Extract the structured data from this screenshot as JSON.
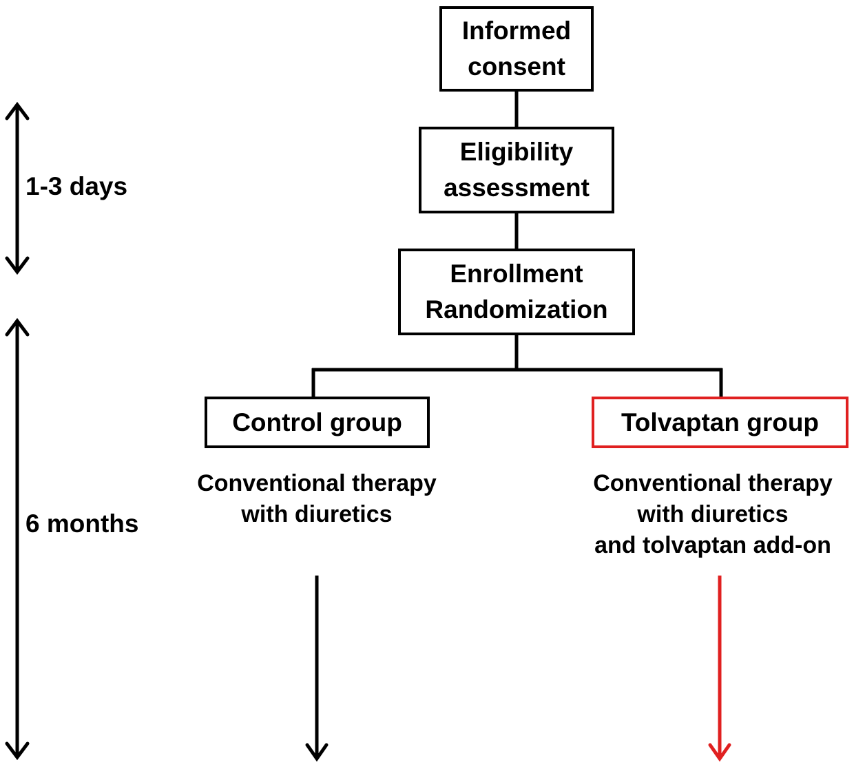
{
  "boxes": {
    "informed_consent": [
      "Informed",
      "consent"
    ],
    "eligibility": [
      "Eligibility",
      "assessment"
    ],
    "enrollment": [
      "Enrollment",
      "Randomization"
    ],
    "control_group": "Control group",
    "tolvaptan_group": "Tolvaptan group"
  },
  "timeline": {
    "phase1": "1-3 days",
    "phase2": "6 months"
  },
  "descriptions": {
    "control": [
      "Conventional therapy",
      "with diuretics"
    ],
    "tolvaptan": [
      "Conventional therapy",
      "with diuretics",
      "and tolvaptan add-on"
    ]
  },
  "colors": {
    "line": "#000000",
    "accent": "#e02020"
  }
}
